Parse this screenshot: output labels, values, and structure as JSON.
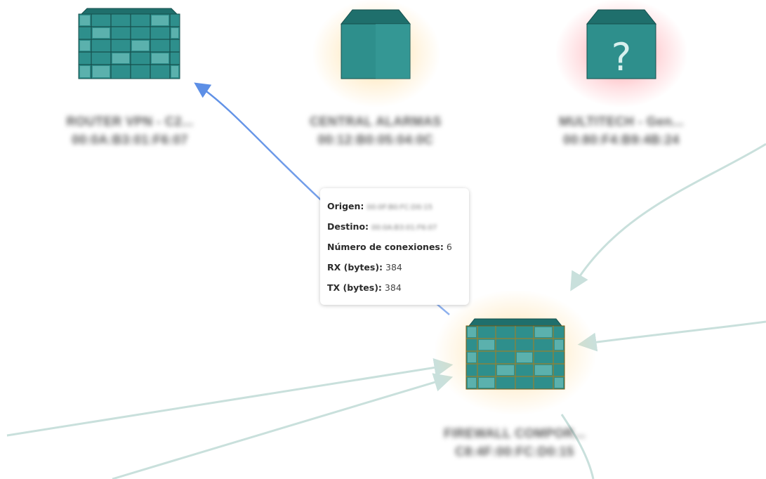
{
  "nodes": [
    {
      "id": "router",
      "icon": "firewall-building-icon",
      "label_line1": "ROUTER VPN - C2...",
      "label_line2": "00:0A:B3:01:F6:07",
      "status": "none"
    },
    {
      "id": "central",
      "icon": "device-box-icon",
      "label_line1": "CENTRAL ALARMAS",
      "label_line2": "00:12:B0:05:04:0C",
      "status": "warning"
    },
    {
      "id": "unknown",
      "icon": "unknown-device-icon",
      "label_line1": "MULTITECH - Gen...",
      "label_line2": "00:80:F4:B9:4B:24",
      "status": "error"
    },
    {
      "id": "firewall",
      "icon": "firewall-building-icon",
      "label_line1": "FIREWALL COMPOR...",
      "label_line2": "C8:4F:00:FC:D0:15",
      "status": "warning"
    }
  ],
  "tooltip": {
    "origin_label": "Origen:",
    "origin_value": "00:0F:B0:FC:D0:15",
    "dest_label": "Destino:",
    "dest_value": "00:0A:B3:01:F6:07",
    "connections_label": "Número de conexiones:",
    "connections_value": "6",
    "rx_label": "RX (bytes):",
    "rx_value": "384",
    "tx_label": "TX (bytes):",
    "tx_value": "384"
  },
  "colors": {
    "device_teal": "#2e8f8c",
    "device_light": "#6bbdb9",
    "edge_default": "#c9e0dc",
    "edge_highlight": "#5d8fe6",
    "halo_warning": "#ffc45a",
    "halo_error": "#ff4650"
  }
}
